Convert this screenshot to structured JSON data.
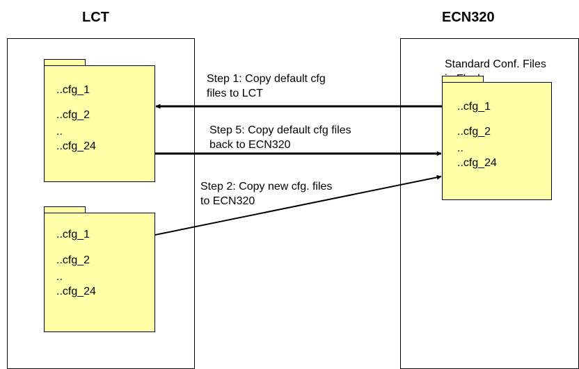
{
  "lct": {
    "title": "LCT",
    "folder1": {
      "lines": [
        "..cfg_1",
        "..cfg_2",
        "..",
        "..cfg_24"
      ]
    },
    "folder2": {
      "lines": [
        "..cfg_1",
        "..cfg_2",
        "..",
        "..cfg_24"
      ]
    }
  },
  "ecn": {
    "title": "ECN320",
    "caption_line1": "Standard Conf. Files",
    "caption_line2": "in Flash",
    "folder": {
      "lines": [
        "..cfg_1",
        "..cfg_2",
        "..",
        "..cfg_24"
      ]
    }
  },
  "steps": {
    "step1_line1": "Step 1: Copy default cfg",
    "step1_line2": "files to LCT",
    "step5_line1": "Step 5: Copy default cfg files",
    "step5_line2": "back to ECN320",
    "step2_line1": "Step 2: Copy new cfg. files",
    "step2_line2": "to ECN320"
  },
  "colors": {
    "folder_fill": "#ffffa8",
    "line": "#000000"
  }
}
